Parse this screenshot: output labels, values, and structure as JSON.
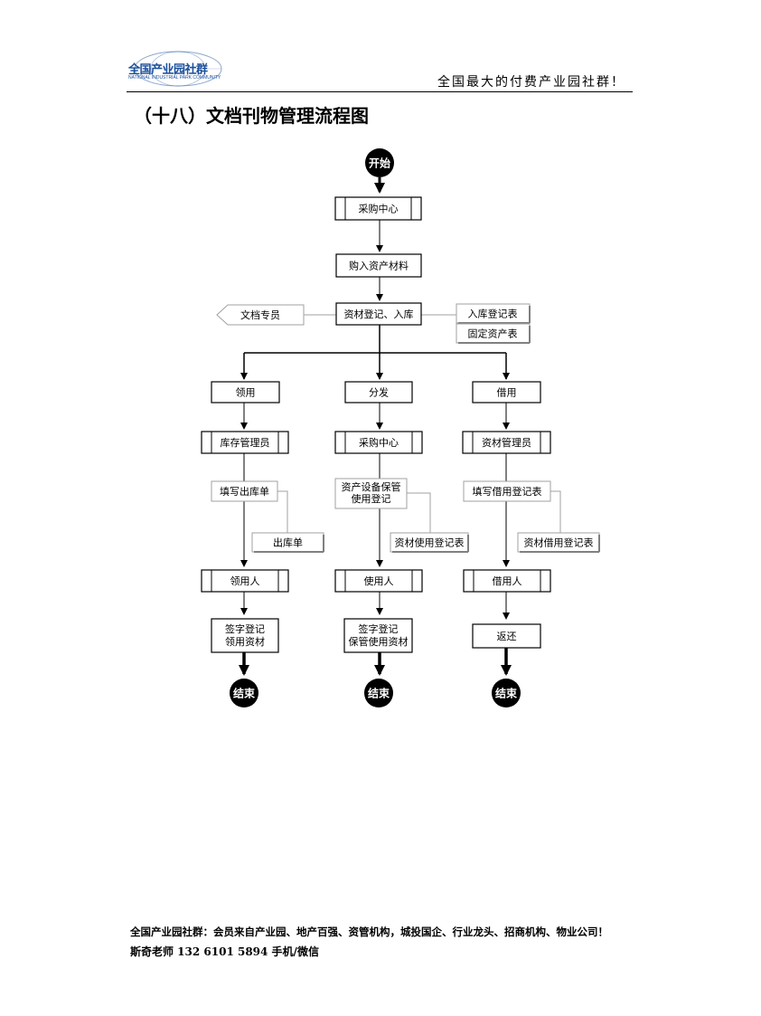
{
  "header": {
    "logo_text": "全国产业园社群",
    "logo_subtext": "NATIONAL INDUSTRIAL PARK COMMUNITY",
    "slogan": "全国最大的付费产业园社群！"
  },
  "title": "（十八）文档刊物管理流程图",
  "flowchart": {
    "start": "开始",
    "end": "结束",
    "procurement_center": "采购中心",
    "purchase_materials": "购入资产材料",
    "register_storage": "资材登记、入库",
    "doc_specialist": "文档专员",
    "storage_form": "入库登记表",
    "fixed_asset_form": "固定资产表",
    "branches": {
      "left": {
        "action": "领用",
        "manager": "库存管理员",
        "fill": "填写出库单",
        "document": "出库单",
        "person": "领用人",
        "sign": [
          "签字登记",
          "领用资材"
        ]
      },
      "middle": {
        "action": "分发",
        "manager": "采购中心",
        "fill": [
          "资产设备保管",
          "使用登记"
        ],
        "document": "资材使用登记表",
        "person": "使用人",
        "sign": [
          "签字登记",
          "保管使用资材"
        ]
      },
      "right": {
        "action": "借用",
        "manager": "资材管理员",
        "fill": "填写借用登记表",
        "document": "资材借用登记表",
        "person": "借用人",
        "sign": "返还"
      }
    }
  },
  "footer": {
    "line1": "全国产业园社群：会员来自产业园、地产百强、资管机构，城投国企、行业龙头、招商机构、物业公司！",
    "line2": "斯奇老师  132 6101 5894  手机/微信"
  },
  "colors": {
    "logo_blue": "#1a4f9c",
    "gray_box": "#a0a0a0"
  }
}
